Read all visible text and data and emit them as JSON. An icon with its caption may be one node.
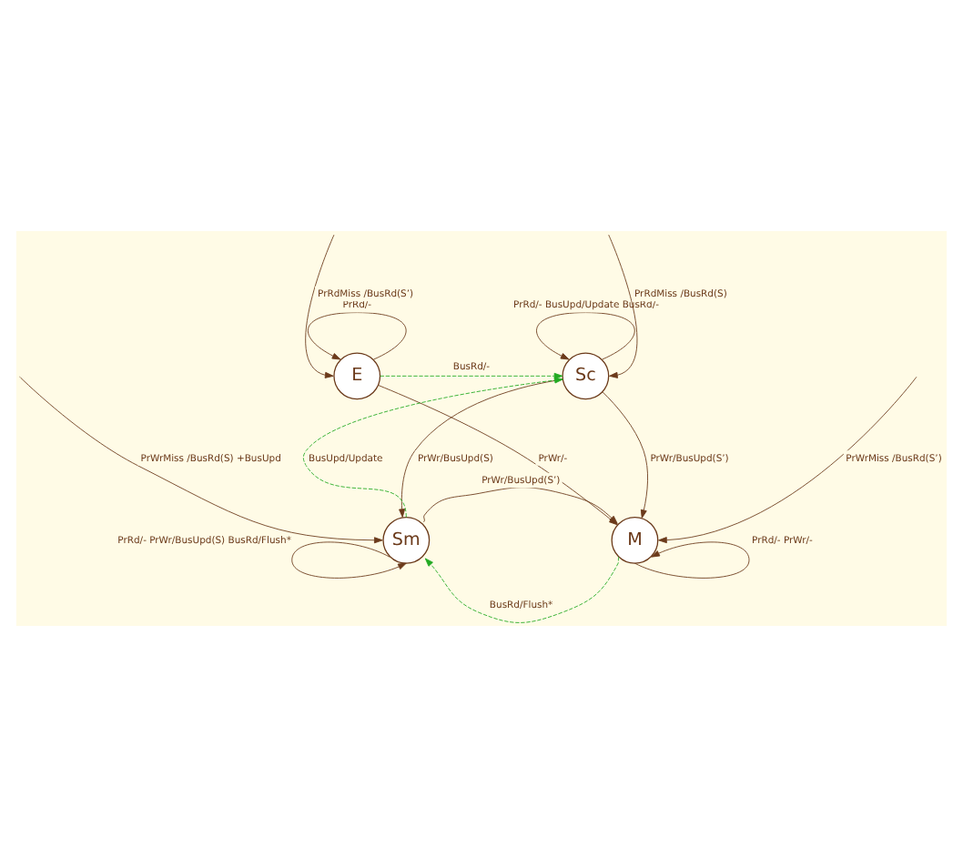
{
  "diagram": {
    "nodes": [
      {
        "text": [
          "E"
        ]
      },
      {
        "text": [
          "Sc"
        ]
      },
      {
        "text": [
          "Sm"
        ]
      },
      {
        "text": [
          "M"
        ]
      }
    ],
    "edges": [
      {
        "from": null,
        "to": 0,
        "arrow": "to",
        "label": "PrRdMiss /BusRd(S’)"
      },
      {
        "from": 0,
        "to": 0,
        "arrow": "to",
        "label": "PrRd/-"
      },
      {
        "from": 0,
        "to": 1,
        "arrow": "to",
        "label": "BusRd/-",
        "style": "dashed",
        "color": "#22aa22"
      },
      {
        "from": 0,
        "to": 3,
        "arrow": "to",
        "label": "PrWr/-"
      },
      {
        "from": 1,
        "to": 1,
        "arrow": "to",
        "label": "PrRd/- BusUpd/Update BusRd/-"
      },
      {
        "from": null,
        "to": 1,
        "arrow": "to",
        "label": "PrRdMiss /BusRd(S)"
      },
      {
        "from": 1,
        "to": 2,
        "arrow": "to",
        "label": "PrWr/BusUpd(S)"
      },
      {
        "from": 1,
        "to": 3,
        "arrow": "to",
        "label": "PrWr/BusUpd(S’)"
      },
      {
        "from": 2,
        "to": 1,
        "arrow": "to",
        "label": "BusUpd/Update",
        "style": "dashed",
        "color": "#22aa22"
      },
      {
        "from": null,
        "to": 2,
        "arrow": "to",
        "label": "PrWrMiss /BusRd(S) +BusUpd"
      },
      {
        "from": 2,
        "to": 2,
        "arrow": "to",
        "label": "PrRd/- PrWr/BusUpd(S) BusRd/Flush*"
      },
      {
        "from": 2,
        "to": 3,
        "arrow": "to",
        "label": "PrWr/BusUpd(S’)"
      },
      {
        "from": 3,
        "to": 2,
        "arrow": "to",
        "label": "BusRd/Flush*",
        "style": "dashed",
        "color": "#22aa22"
      },
      {
        "from": null,
        "to": 3,
        "arrow": "to",
        "label": "PrWrMiss /BusRd(S’)"
      },
      {
        "from": 3,
        "to": 3,
        "arrow": "to",
        "label": "PrRd/- PrWr/-"
      }
    ]
  }
}
